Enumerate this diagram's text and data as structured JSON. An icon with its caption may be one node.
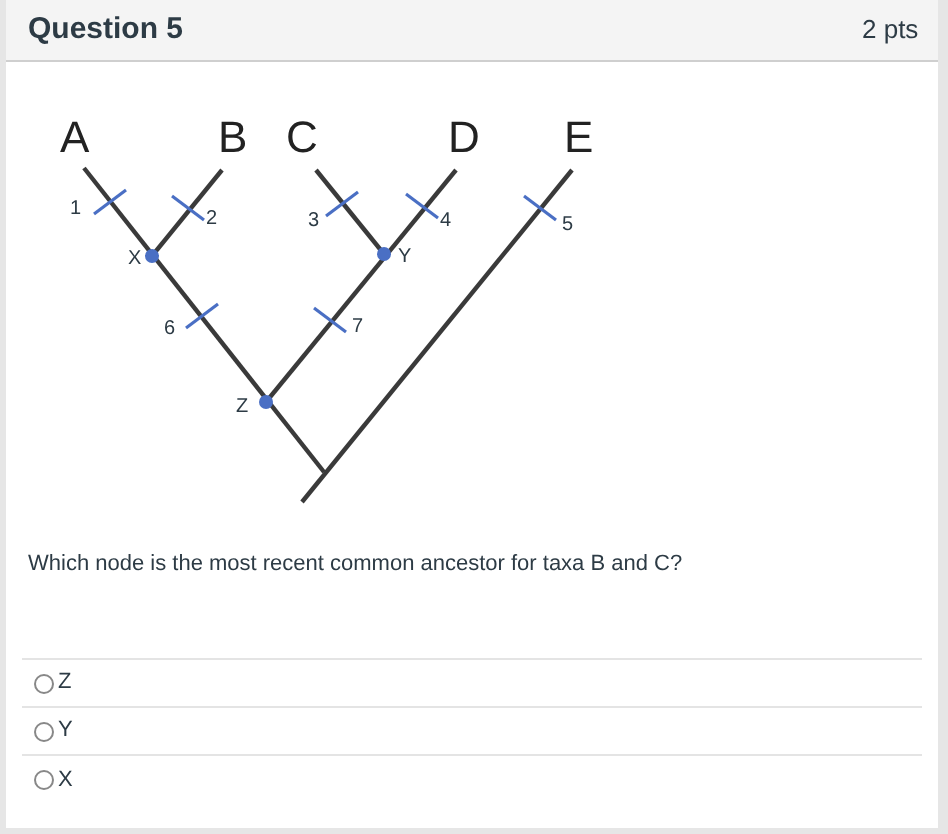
{
  "diagram": {
    "title": "Question 5",
    "labels": [
      "2 pts",
      "A",
      "B",
      "C",
      "D",
      "E",
      "1",
      "2",
      "3",
      "4",
      "5",
      "X",
      "Y",
      "6",
      "7",
      "Z",
      "Which node is the most recent common ancestor for taxa B and C?",
      "Z",
      "Y",
      "X"
    ]
  }
}
